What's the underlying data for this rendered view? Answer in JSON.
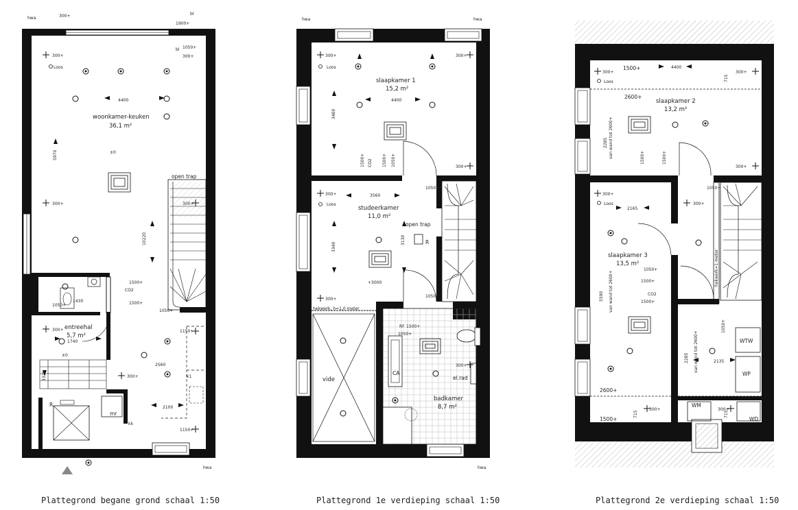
{
  "plans": [
    {
      "caption": "Plattegrond begane grond schaal 1:50",
      "rooms": [
        {
          "name": "woonkamer-keuken",
          "area": "36,1 m²"
        },
        {
          "name": "entreehal",
          "area": "5,7 m²"
        }
      ],
      "dims": {
        "width": "4400",
        "depth": "5970",
        "hall_w": "1740",
        "len": "10220",
        "kitchen": "2560",
        "kw": "2100",
        "stair_h": "3320",
        "wc_w": "1430"
      },
      "labels": {
        "stair": "open trap",
        "hwa": "hwa",
        "bl": "bl",
        "loos": "Loos",
        "h300": "300+",
        "h1050": "1050+",
        "h1150": "1150+",
        "h1500": "1500+",
        "h1900": "1900+",
        "co2": "CO2",
        "mr": "mr",
        "kk": "kk",
        "r": "R",
        "pm0": "±0",
        "k1": "k1"
      }
    },
    {
      "caption": "Plattegrond 1e verdieping schaal 1:50",
      "rooms": [
        {
          "name": "slaapkamer 1",
          "area": "15,2 m²"
        },
        {
          "name": "studeerkamer",
          "area": "11,0 m²"
        },
        {
          "name": "badkamer",
          "area": "8,7 m²"
        },
        {
          "name": "vide",
          "area": ""
        }
      ],
      "dims": {
        "w1": "4400",
        "d1": "3460",
        "w2": "3560",
        "d2": "3340",
        "d3": "3130"
      },
      "labels": {
        "stair": "open trap",
        "balustrade": "hekwerk, h=1,0 meter",
        "elrad": "el.rad",
        "rf": "RF",
        "ca": "CA",
        "r": "R",
        "elev": "+3000"
      }
    },
    {
      "caption": "Plattegrond 2e verdieping schaal 1:50",
      "rooms": [
        {
          "name": "slaapkamer 2",
          "area": "13,2 m²"
        },
        {
          "name": "slaapkamer 3",
          "area": "13,5 m²"
        }
      ],
      "dims": {
        "w1": "4400",
        "d1": "715",
        "w2": "2165",
        "w3": "2135",
        "d2": "5590",
        "d3": "2285"
      },
      "labels": {
        "wall1": "van wand tot 2600+",
        "h1500": "1500+",
        "h2600": "2600+",
        "balustrade": "hekwerk=1 meter",
        "wtw": "WTW",
        "wp": "WP",
        "wm": "WM",
        "wd": "WD"
      }
    }
  ]
}
